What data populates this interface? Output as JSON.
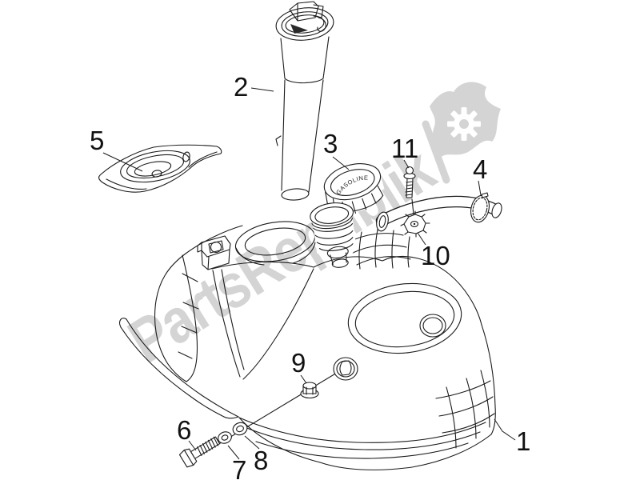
{
  "watermark": {
    "text": "PartsRepublik",
    "logo": "flag-gear-icon",
    "color": "#d4d4d4"
  },
  "cap_label": "GASOLINE",
  "callouts": {
    "tank": "1",
    "pump": "2",
    "cap": "3",
    "hose_clamp": "4",
    "cover": "5",
    "bolt": "6",
    "washer_front": "7",
    "washer_rear": "8",
    "nut": "9",
    "pipe_clamp": "10",
    "screw": "11"
  },
  "colors": {
    "line": "#1b1b1b",
    "watermark": "#d4d4d4",
    "background": "#ffffff"
  }
}
